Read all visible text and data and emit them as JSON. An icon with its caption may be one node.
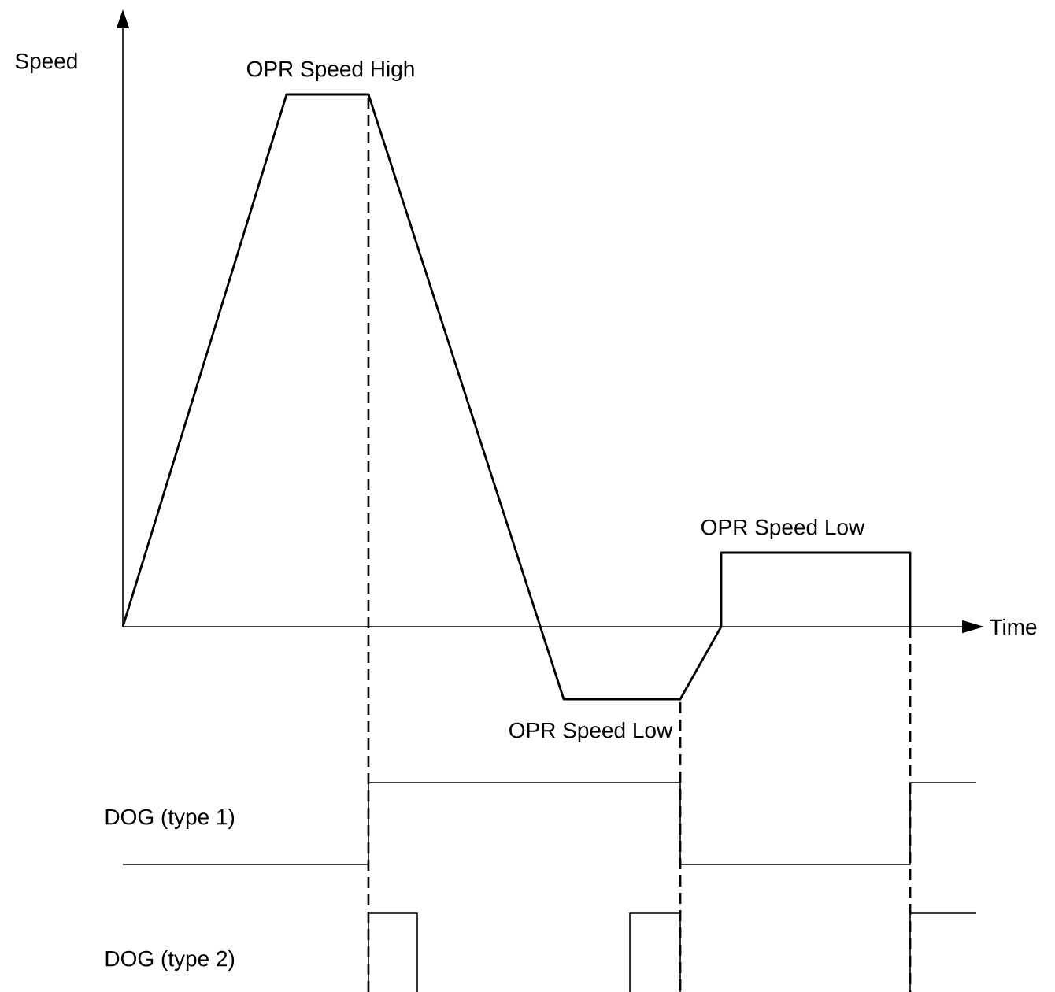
{
  "diagram": {
    "labels": [
      "Speed",
      "OPR Speed High",
      "OPR Speed Low",
      "Time",
      "OPR Speed Low",
      "DOG (type 1)",
      "DOG (type 2)"
    ]
  }
}
